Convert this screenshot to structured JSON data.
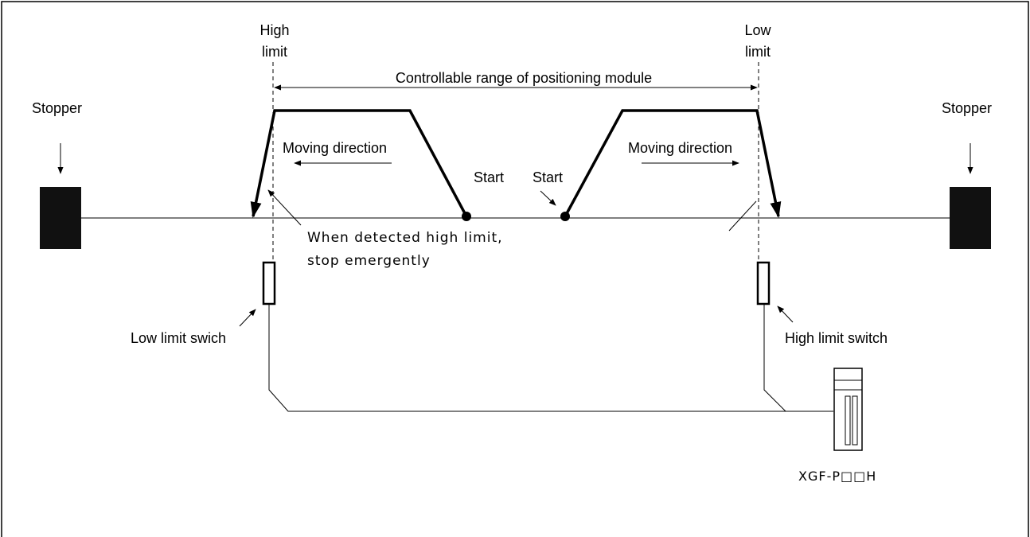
{
  "labels": {
    "high_limit_line1": "High",
    "high_limit_line2": "limit",
    "low_limit_line1": "Low",
    "low_limit_line2": "limit",
    "controllable_range": "Controllable range of positioning module",
    "stopper_left": "Stopper",
    "stopper_right": "Stopper",
    "moving_direction_left": "Moving direction",
    "moving_direction_right": "Moving direction",
    "start_left": "Start",
    "start_right": "Start",
    "emergency_line1": "When detected high limit,",
    "emergency_line2": "stop emergently",
    "low_limit_switch": "Low limit swich",
    "high_limit_switch": "High limit switch",
    "module_name": "XGF-P□□H"
  },
  "icons": {
    "left_stopper": "stopper-block-icon",
    "right_stopper": "stopper-block-icon",
    "left_switch": "limit-switch-icon",
    "right_switch": "limit-switch-icon",
    "module": "positioning-module-icon"
  }
}
